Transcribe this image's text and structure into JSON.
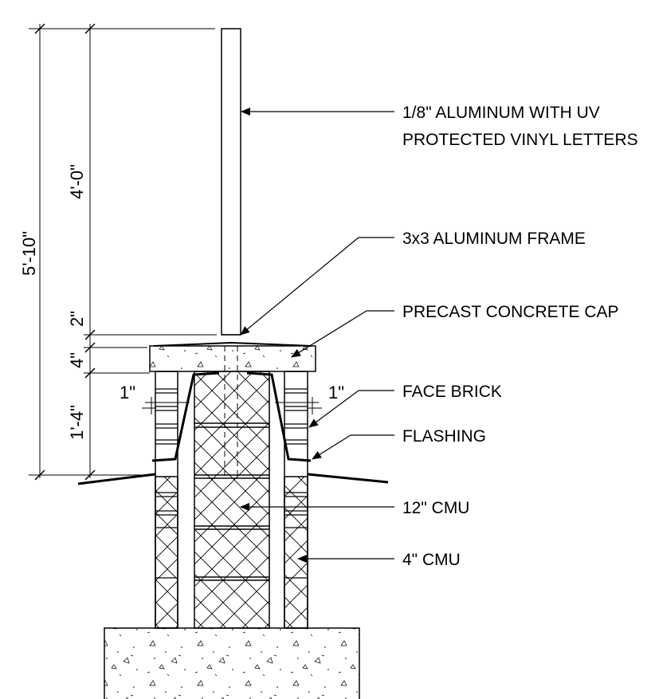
{
  "dimensions": {
    "overall": "5'-10\"",
    "panel": "4'-0\"",
    "gap": "2\"",
    "cap": "4\"",
    "pier": "1'-4\"",
    "reveal_left": "1\"",
    "reveal_right": "1\""
  },
  "callouts": {
    "panel_line1": "1/8\" ALUMINUM WITH UV",
    "panel_line2": "PROTECTED VINYL LETTERS",
    "frame": "3x3 ALUMINUM FRAME",
    "cap": "PRECAST CONCRETE CAP",
    "brick": "FACE BRICK",
    "flashing": "FLASHING",
    "cmu12": "12\" CMU",
    "cmu4": "4\" CMU"
  }
}
